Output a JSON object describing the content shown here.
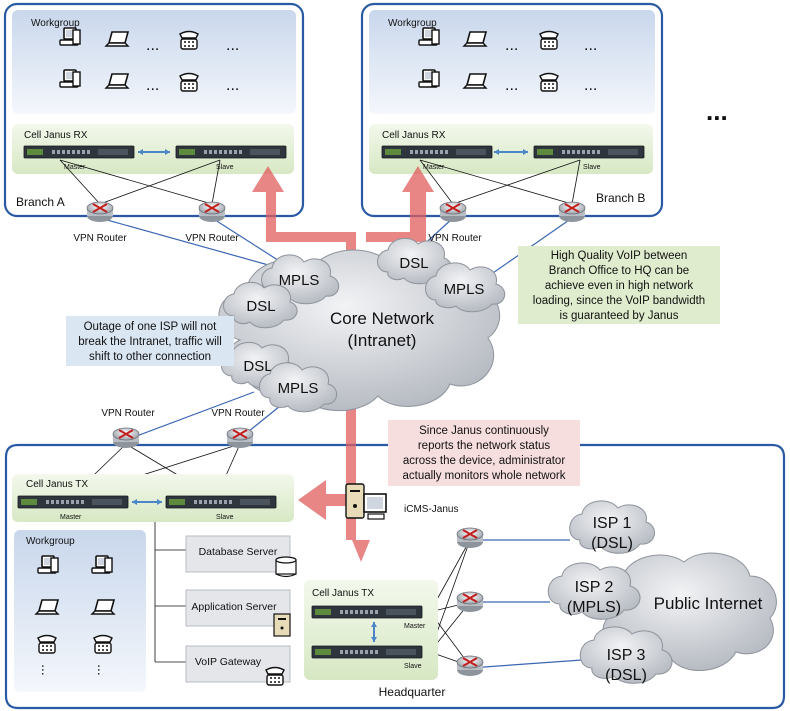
{
  "branches": [
    {
      "name": "Branch A",
      "workgroup": "Workgroup",
      "device_title": "Cell Janus RX",
      "master": "Master",
      "slave": "Slave"
    },
    {
      "name": "Branch B",
      "workgroup": "Workgroup",
      "device_title": "Cell Janus RX",
      "master": "Master",
      "slave": "Slave"
    }
  ],
  "more": "...",
  "router_label": "VPN Router",
  "clouds": {
    "core_line1": "Core Network",
    "core_line2": "(Intranet)",
    "mpls": "MPLS",
    "dsl": "DSL",
    "isp1_line1": "ISP 1",
    "isp1_line2": "(DSL)",
    "isp2_line1": "ISP 2",
    "isp2_line2": "(MPLS)",
    "isp3_line1": "ISP 3",
    "isp3_line2": "(DSL)",
    "public_internet": "Public Internet"
  },
  "notes": {
    "outage": [
      "Outage of one ISP will not",
      "break the Intranet, traffic will",
      "shift to other connection"
    ],
    "voip": [
      "High Quality VoIP between",
      "Branch Office to HQ can be",
      "achieve even in high network",
      "loading, since the VoIP bandwidth",
      "is guaranteed by Janus"
    ],
    "monitor": [
      "Since Janus continuously",
      "reports the network status",
      "across the device, administrator",
      "actually monitors whole network"
    ]
  },
  "hq": {
    "name": "Headquarter",
    "device_title": "Cell Janus TX",
    "workgroup": "Workgroup",
    "master": "Master",
    "slave": "Slave",
    "inner_device_title": "Cell Janus TX",
    "servers": [
      "Database Server",
      "Application Server",
      "VoIP Gateway"
    ],
    "icms": "iCMS-Janus"
  },
  "colors": {
    "frame": "#2a5aa3",
    "link": "#3a66b5",
    "arrow": "#e05d5d",
    "green_panel": "#dfeccd",
    "blue_panel": "#dbe6f3",
    "cloud": "#c8ccd3"
  }
}
